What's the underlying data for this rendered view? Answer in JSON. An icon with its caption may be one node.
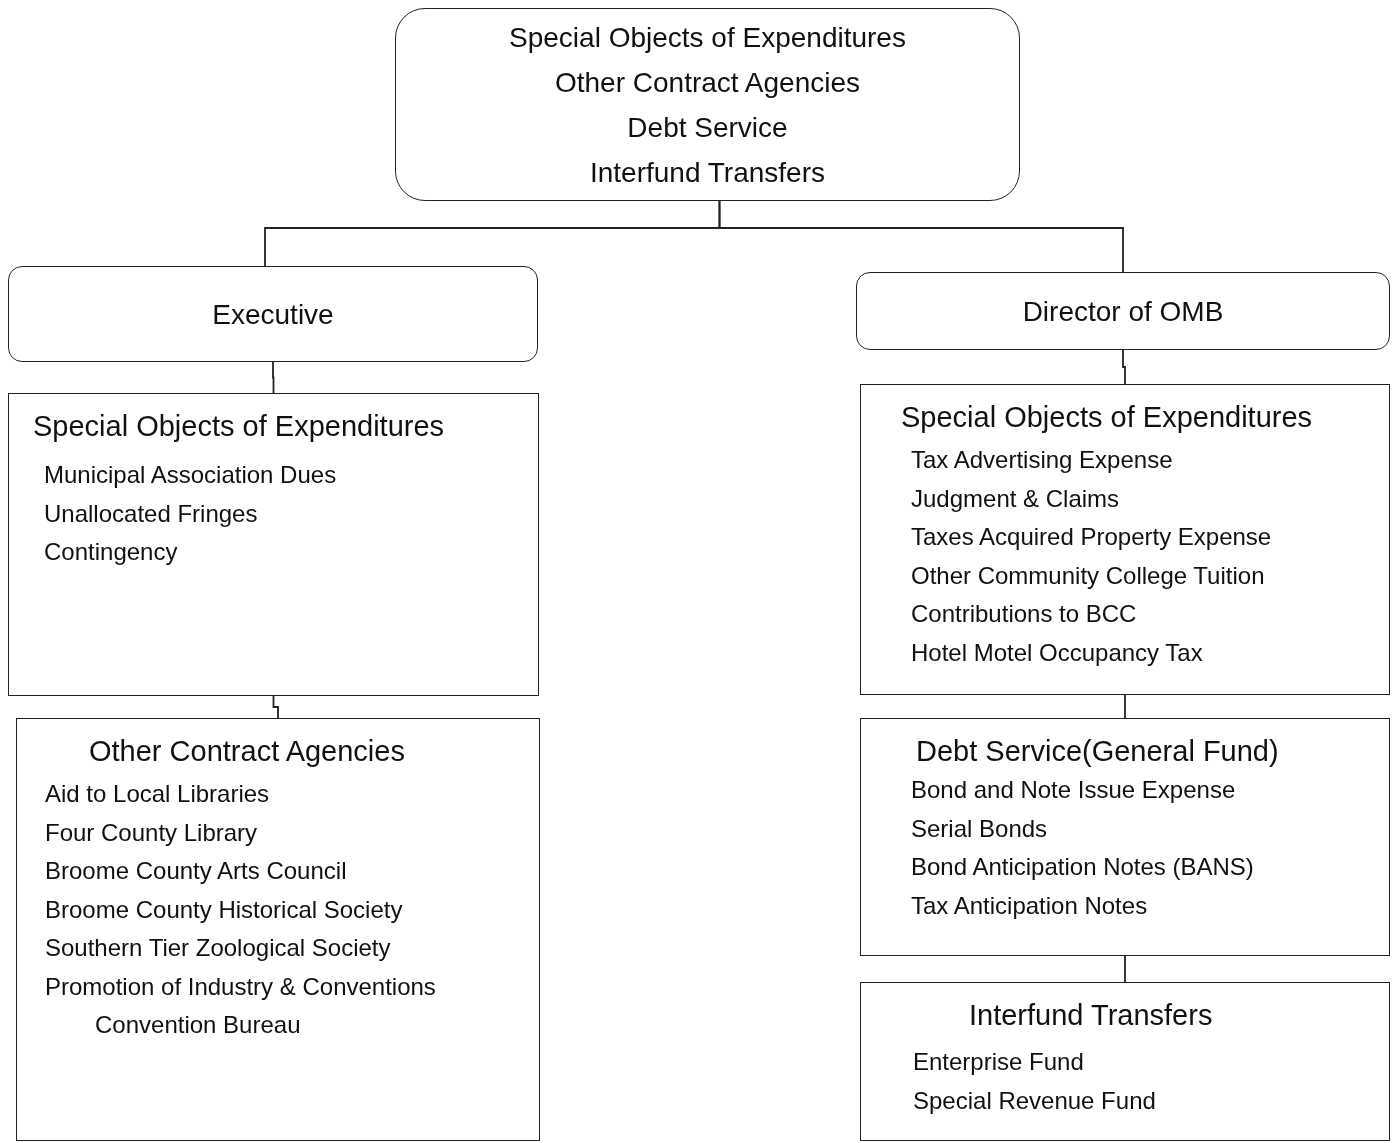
{
  "diagram": {
    "nodes": [
      {
        "text": [
          "Special Objects of Expenditures",
          "Other Contract Agencies",
          "Debt Service",
          "Interfund Transfers"
        ]
      },
      {
        "text": [
          "Executive"
        ]
      },
      {
        "text": [
          "Director of OMB"
        ]
      },
      {
        "text": [
          "Special Objects of Expenditures",
          "Municipal Association Dues",
          "Unallocated Fringes",
          "Contingency"
        ]
      },
      {
        "text": [
          "Other Contract Agencies",
          "Aid to Local Libraries",
          "Four County Library",
          "Broome County Arts Council",
          "Broome County Historical Society",
          "Southern Tier Zoological Society",
          "Promotion of Industry & Conventions",
          "Convention Bureau"
        ]
      },
      {
        "text": [
          "Special Objects of Expenditures",
          "Tax Advertising Expense",
          "Judgment & Claims",
          "Taxes Acquired Property Expense",
          "Other Community College Tuition",
          "Contributions to BCC",
          "Hotel Motel Occupancy Tax"
        ]
      },
      {
        "text": [
          "Debt Service(General Fund)",
          "Bond and Note Issue Expense",
          "Serial Bonds",
          "Bond Anticipation Notes (BANS)",
          "Tax Anticipation Notes"
        ]
      },
      {
        "text": [
          "Interfund Transfers",
          "Enterprise Fund",
          "Special Revenue Fund"
        ]
      }
    ],
    "edges": [
      {
        "from": 0,
        "to": 1,
        "arrow": "none"
      },
      {
        "from": 0,
        "to": 2,
        "arrow": "none"
      },
      {
        "from": 1,
        "to": 3,
        "arrow": "none"
      },
      {
        "from": 3,
        "to": 4,
        "arrow": "none"
      },
      {
        "from": 2,
        "to": 5,
        "arrow": "none"
      },
      {
        "from": 5,
        "to": 6,
        "arrow": "none"
      },
      {
        "from": 6,
        "to": 7,
        "arrow": "none"
      }
    ]
  }
}
